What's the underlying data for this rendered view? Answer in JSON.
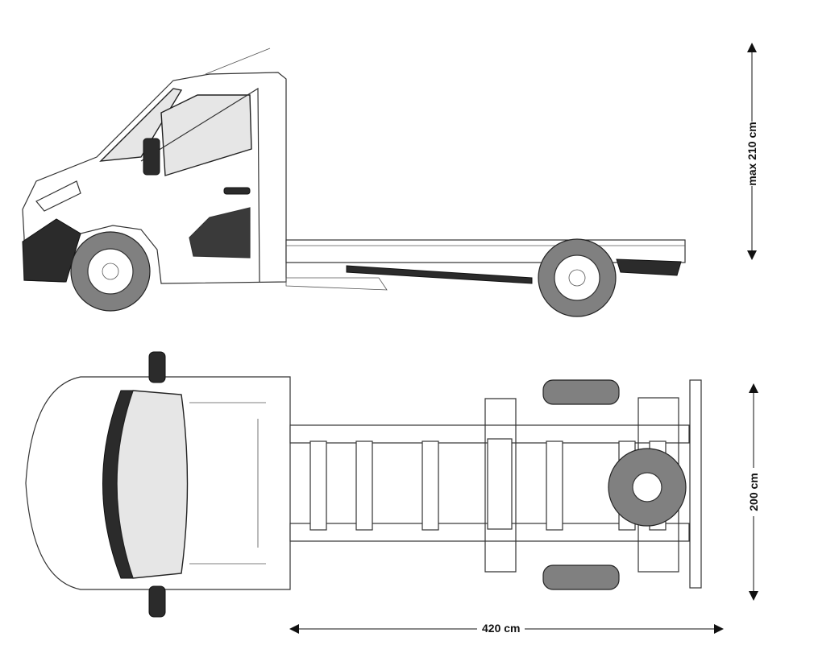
{
  "dimensions": {
    "height_label": "max 210 cm",
    "width_label": "200 cm",
    "length_label": "420 cm"
  },
  "views": [
    "side-view",
    "top-view"
  ],
  "colors": {
    "line": "#333333",
    "tyre": "#808080",
    "glass": "#e6e6e6"
  }
}
